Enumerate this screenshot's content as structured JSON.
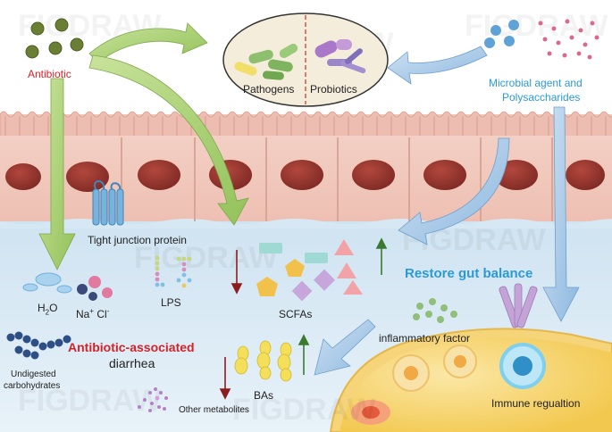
{
  "labels": {
    "antibiotic": "Antibiotic",
    "pathogens": "Pathogens",
    "probiotics": "Probiotics",
    "microbial_agent_line1": "Microbial agent and",
    "microbial_agent_line2": "Polysaccharides",
    "tight_junction": "Tight junction protein",
    "h2o_main": "H",
    "h2o_sub": "2",
    "h2o_end": "O",
    "na_main": "Na",
    "na_sup": "+",
    "cl_main": " Cl",
    "cl_sup": "-",
    "lps": "LPS",
    "scfas": "SCFAs",
    "restore": "Restore gut balance",
    "inflammatory": "inflammatory factor",
    "aad_line1": "Antibiotic-associated",
    "aad_line2": "diarrhea",
    "undigested_line1": "Undigested",
    "undigested_line2": "carbohydrates",
    "bas": "BAs",
    "other_metabolites": "Other metabolites",
    "immune": "Immune regualtion"
  },
  "watermark": "FIGDRAW",
  "colors": {
    "antibiotic_text": "#d2232a",
    "aad_text": "#d2232a",
    "restore_text": "#2a9ad8",
    "microbial_text": "#2a9ad8",
    "green_arrow": "#a8cf6f",
    "blue_arrow": "#a9cbe8",
    "cell": "#f2c8bd",
    "nucleus": "#9c3a32",
    "lumen": "#d6e8f4",
    "immune_cell": "#f6d98f"
  }
}
